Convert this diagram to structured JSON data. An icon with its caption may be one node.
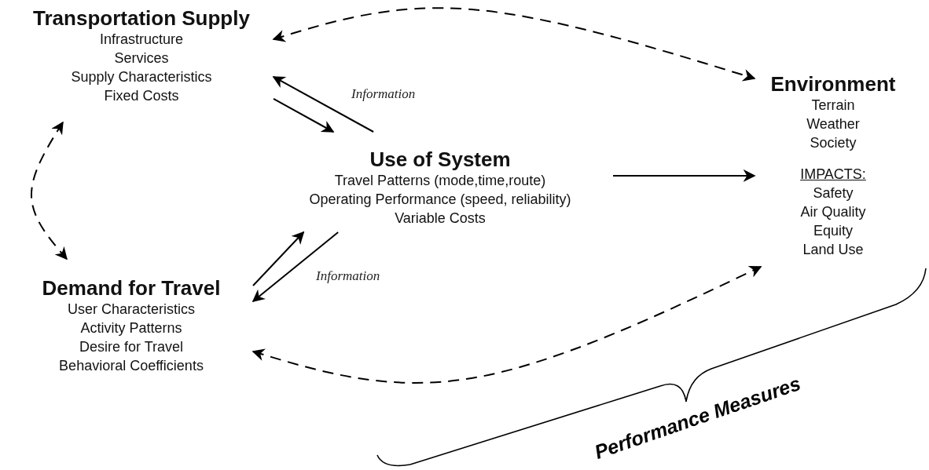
{
  "diagram": {
    "nodes": [
      {
        "text": [
          "Transportation Supply",
          "Infrastructure",
          "Services",
          "Supply Characteristics",
          "Fixed Costs"
        ]
      },
      {
        "text": [
          "Use of System",
          "Travel Patterns (mode,time,route)",
          "Operating Performance (speed, reliability)",
          "Variable Costs"
        ]
      },
      {
        "text": [
          "Environment",
          "Terrain",
          "Weather",
          "Society",
          "IMPACTS:",
          "Safety",
          "Air Quality",
          "Equity",
          "Land Use"
        ]
      },
      {
        "text": [
          "Demand for Travel",
          "User Characteristics",
          "Activity Patterns",
          "Desire for Travel",
          "Behavioral Coefficients"
        ]
      }
    ],
    "edges": [
      {
        "from": 0,
        "to": 2,
        "arrow": "both",
        "style": "dashed"
      },
      {
        "from": 1,
        "to": 0,
        "arrow": "to",
        "label": "Information"
      },
      {
        "from": 0,
        "to": 1,
        "arrow": "to"
      },
      {
        "from": 0,
        "to": 3,
        "arrow": "both",
        "style": "dashed"
      },
      {
        "from": 3,
        "to": 1,
        "arrow": "to"
      },
      {
        "from": 1,
        "to": 3,
        "arrow": "to",
        "label": "Information"
      },
      {
        "from": 1,
        "to": 2,
        "arrow": "to"
      },
      {
        "from": 3,
        "to": 2,
        "arrow": "both",
        "style": "dashed"
      }
    ],
    "labels": [
      "Performance Measures"
    ]
  }
}
